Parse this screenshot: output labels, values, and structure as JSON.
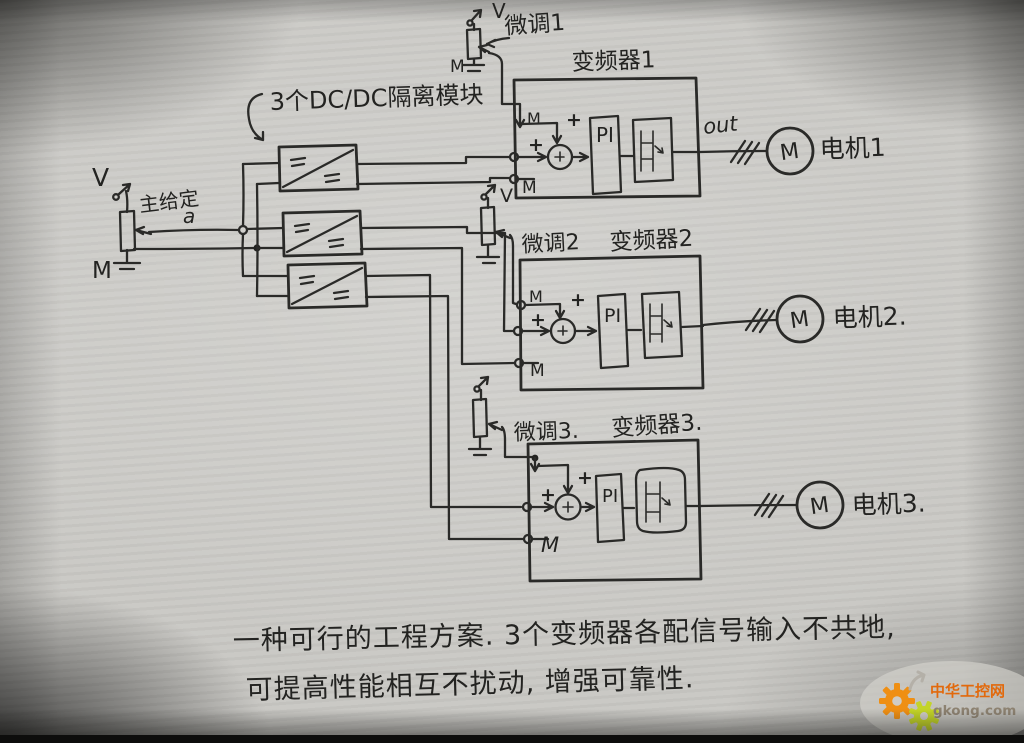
{
  "photo": {
    "ink_color": "#2a2a28",
    "paper_color": "#c9c8c4"
  },
  "schematic": {
    "symbols": {
      "v": "V",
      "m": "M",
      "plus": "+",
      "motor": "M",
      "a": "a"
    },
    "source": {
      "v_label": "V",
      "m_label": "M",
      "name_label": "主给定",
      "wiper_wire_label": "a"
    },
    "dcdc_group_label": "3个DC/DC隔离模块",
    "channels": [
      {
        "trim_label": "微调1",
        "inverter_label": "变频器1",
        "pi_label": "PI",
        "out_label": "out",
        "motor_label": "电机1"
      },
      {
        "trim_label": "微调2",
        "inverter_label": "变频器2",
        "pi_label": "PI",
        "motor_label": "电机2."
      },
      {
        "trim_label": "微调3.",
        "inverter_label": "变频器3.",
        "pi_label": "PI",
        "motor_label": "电机3."
      }
    ],
    "notes": {
      "line1": "一种可行的工程方案. 3个变频器各配信号输入不共地,",
      "line2": "可提高性能相互不扰动, 增强可靠性."
    }
  },
  "watermark": {
    "site_name": "中华工控网",
    "site_url": "gkong.com",
    "gear_color_primary": "#ef8f13",
    "gear_color_secondary": "#c3d428",
    "name_color": "#e2690c",
    "url_color": "#8d8271"
  }
}
